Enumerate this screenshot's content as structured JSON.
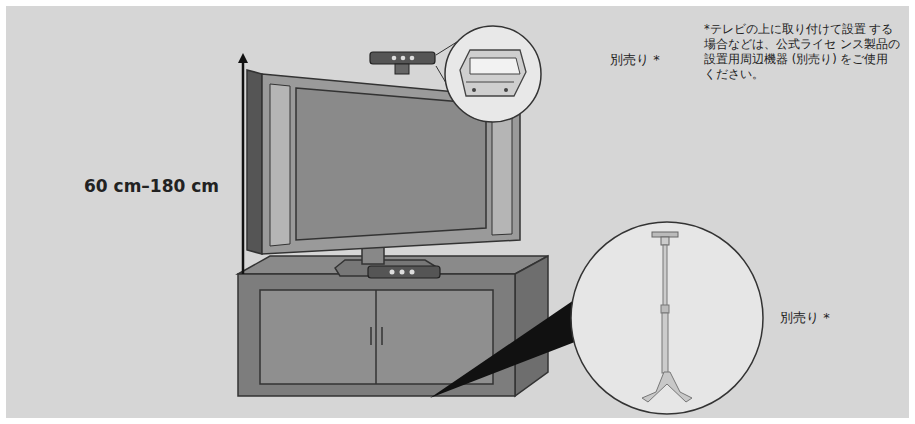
{
  "diagram": {
    "labels": [
      "60 cm–180 cm",
      "別売り *",
      "別売り *",
      "*テレビの上に取り付けて設置 する場合などは、公式ライセ ンス製品の設置用周辺機器 (別売り) をご使用ください。"
    ]
  }
}
